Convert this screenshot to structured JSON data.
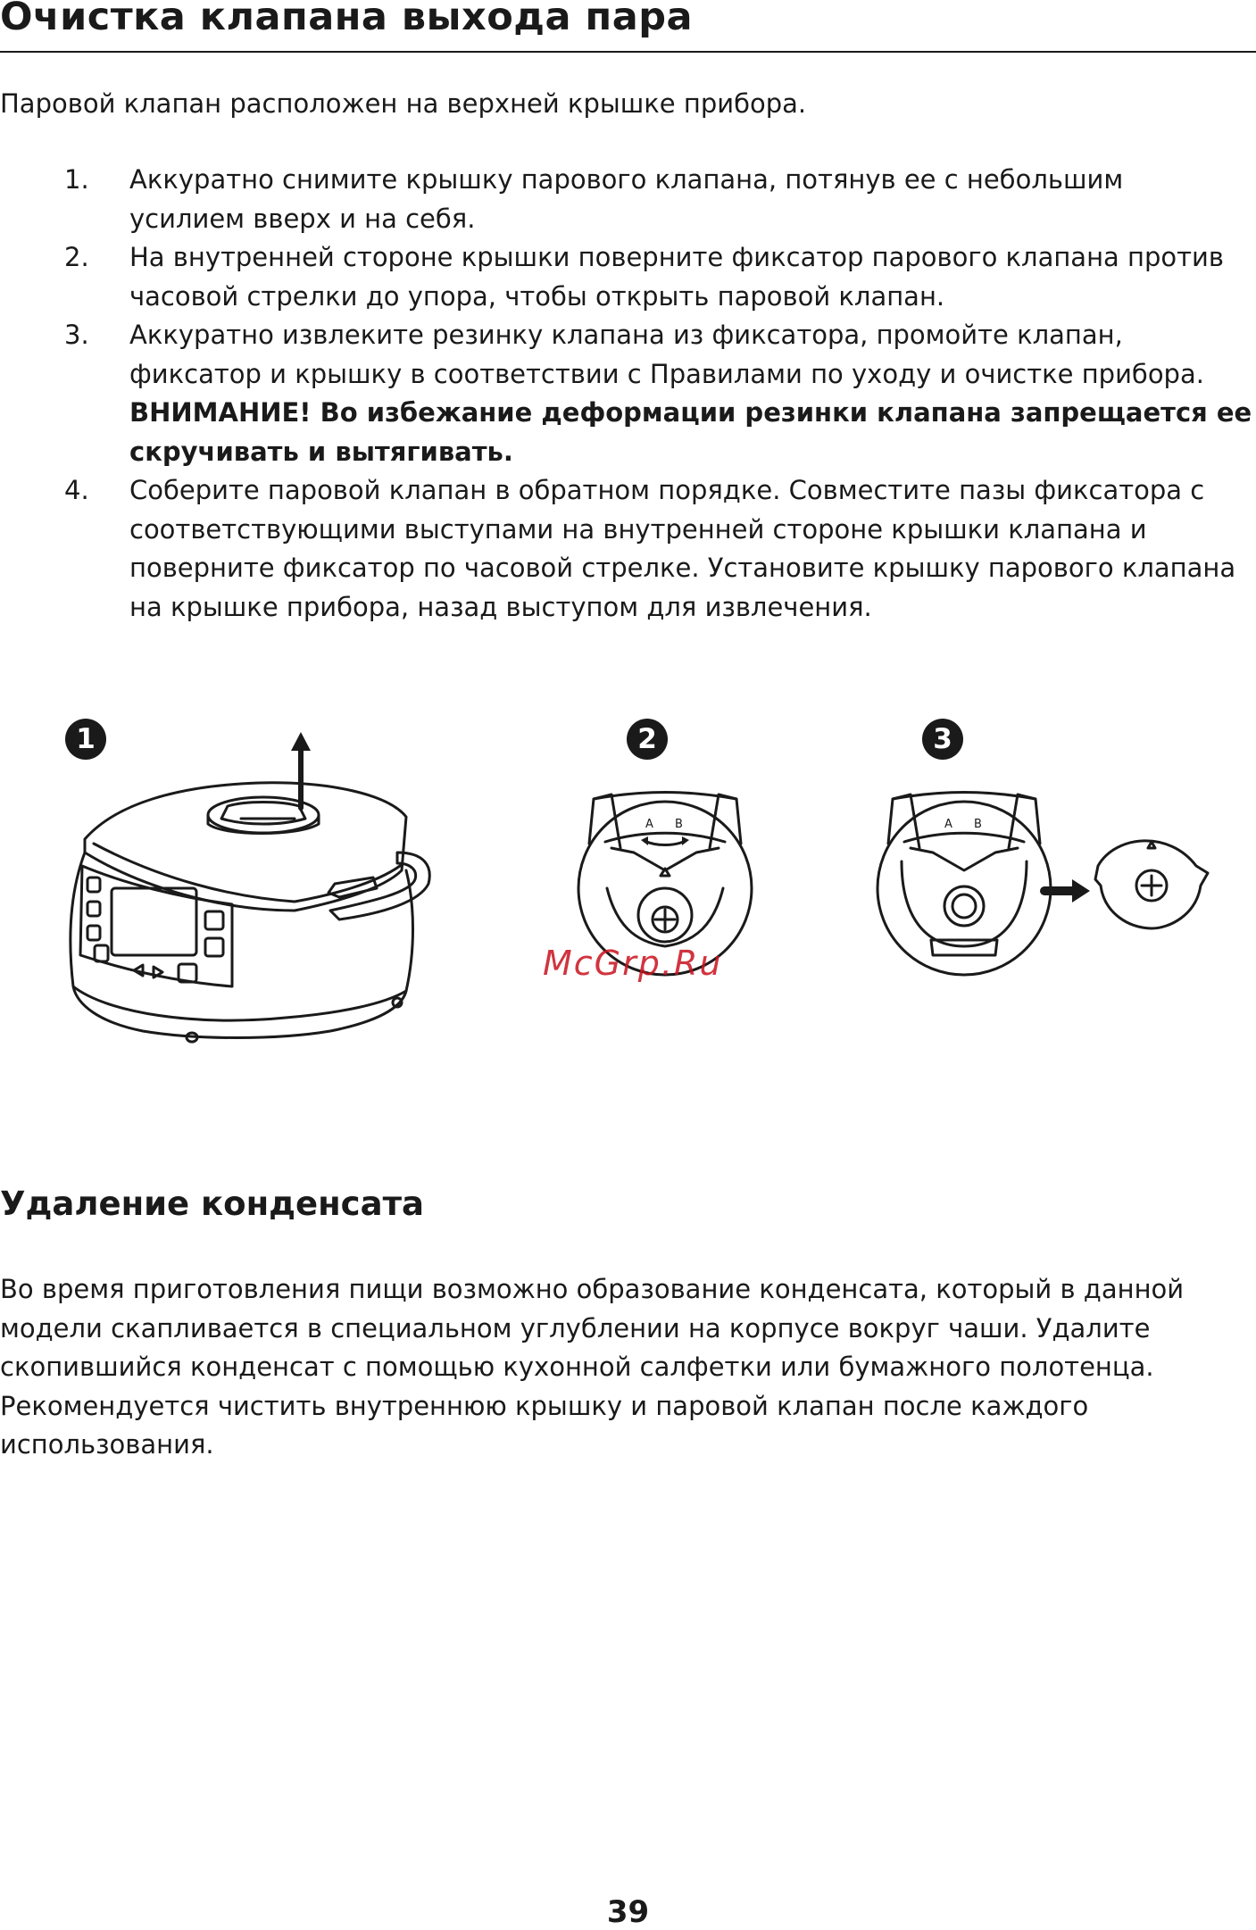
{
  "title": "Очистка клапана выхода пара",
  "intro": "Паровой клапан расположен на верхней крышке прибора.",
  "steps": [
    {
      "num": "1.",
      "lines": [
        "Аккуратно снимите крышку парового клапана, потянув ее с небольшим",
        "усилием вверх и на себя."
      ]
    },
    {
      "num": "2.",
      "lines": [
        "На внутренней стороне крышки поверните фиксатор парового клапана против",
        "часовой стрелки до упора, чтобы открыть паровой клапан."
      ]
    },
    {
      "num": "3.",
      "lines": [
        "Аккуратно извлеките резинку клапана из фиксатора, промойте клапан,",
        "фиксатор и крышку в соответствии с Правилами по уходу и очистке прибора."
      ],
      "warning": [
        "ВНИМАНИЕ! Во избежание деформации резинки клапана запрещается ее",
        "скручивать и вытягивать."
      ]
    },
    {
      "num": "4.",
      "lines": [
        "Соберите паровой клапан в обратном порядке. Совместите пазы фиксатора с",
        "соответствующими выступами на внутренней стороне крышки клапана и",
        "поверните фиксатор по часовой стрелке. Установите крышку парового клапана",
        "на крышке прибора, назад выступом для извлечения."
      ]
    }
  ],
  "figures": {
    "badges": [
      "1",
      "2",
      "3"
    ],
    "icons": [
      "multicooker-lid-removal-illustration",
      "valve-cover-inner-side-illustration",
      "valve-cover-gasket-removal-illustration"
    ]
  },
  "watermark": "McGrp.Ru",
  "section2": {
    "heading": "Удаление конденсата",
    "lines": [
      "Во время приготовления пищи возможно образование конденсата, который в данной",
      "модели скапливается в специальном углублении на корпусе вокруг чаши. Удалите",
      "скопившийся конденсат с помощью кухонной салфетки или бумажного полотенца.",
      "Рекомендуется чистить внутреннюю крышку и паровой клапан после каждого",
      "использования."
    ]
  },
  "page_number": "39"
}
